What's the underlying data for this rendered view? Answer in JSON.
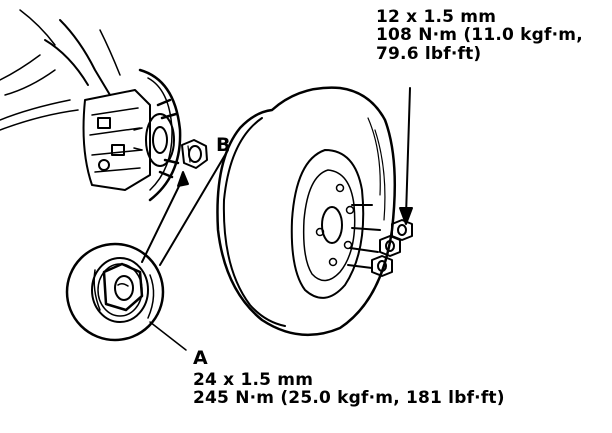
{
  "labels": {
    "a": "A",
    "b": "B"
  },
  "specs": {
    "hub_nut": {
      "size": "24 x 1.5 mm",
      "torque": "245 N·m (25.0 kgf·m, 181 lbf·ft)"
    },
    "wheel_nut": {
      "size": "12 x 1.5 mm",
      "torque_line1": "108 N·m (11.0 kgf·m,",
      "torque_line2": "79.6 lbf·ft)"
    }
  }
}
